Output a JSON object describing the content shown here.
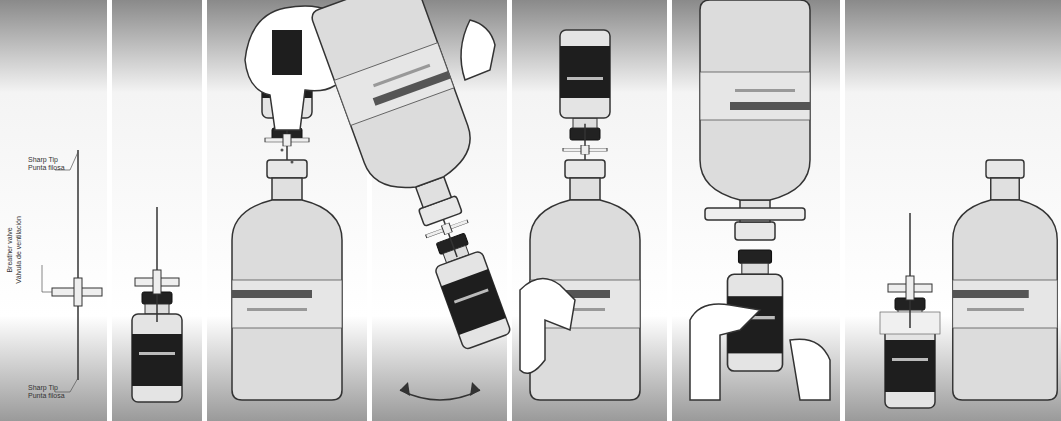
{
  "diagram": {
    "labels": [
      "Sharp Tip",
      "Punta filosa",
      "Breather valve",
      "Válvula de ventilación",
      "Sharp Tip",
      "Punta filosa"
    ]
  }
}
